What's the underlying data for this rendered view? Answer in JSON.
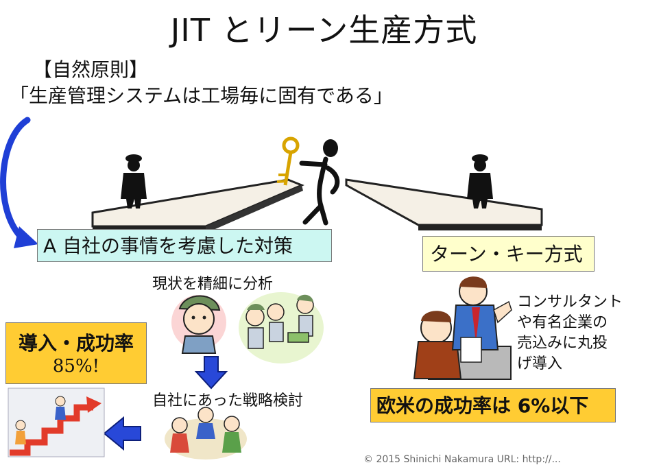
{
  "title": "JIT とリーン生産方式",
  "principle": {
    "heading": "【自然原則】",
    "text": "「生産管理システムは工場毎に固有である」"
  },
  "option_a": {
    "label": "A 自社の事情を考慮した対策",
    "steps": [
      "現状を精細に分析",
      "自社にあった戦略検討"
    ],
    "result_title": "導入・成功率",
    "result_value": "85%!"
  },
  "option_turnkey": {
    "label": "ターン・キー方式",
    "description_lines": [
      "コンサルタント",
      "や有名企業の",
      "売込みに丸投",
      "げ導入"
    ],
    "result": "欧米の成功率は 6%以下"
  },
  "footer": {
    "copyright": "© 2015 Shinichi Nakamura  URL: http://..."
  },
  "colors": {
    "box_a_bg": "#ccf7f2",
    "turnkey_bg": "#ffffcc",
    "orange": "#ffcc33",
    "arrow_blue": "#1f3fd6"
  }
}
